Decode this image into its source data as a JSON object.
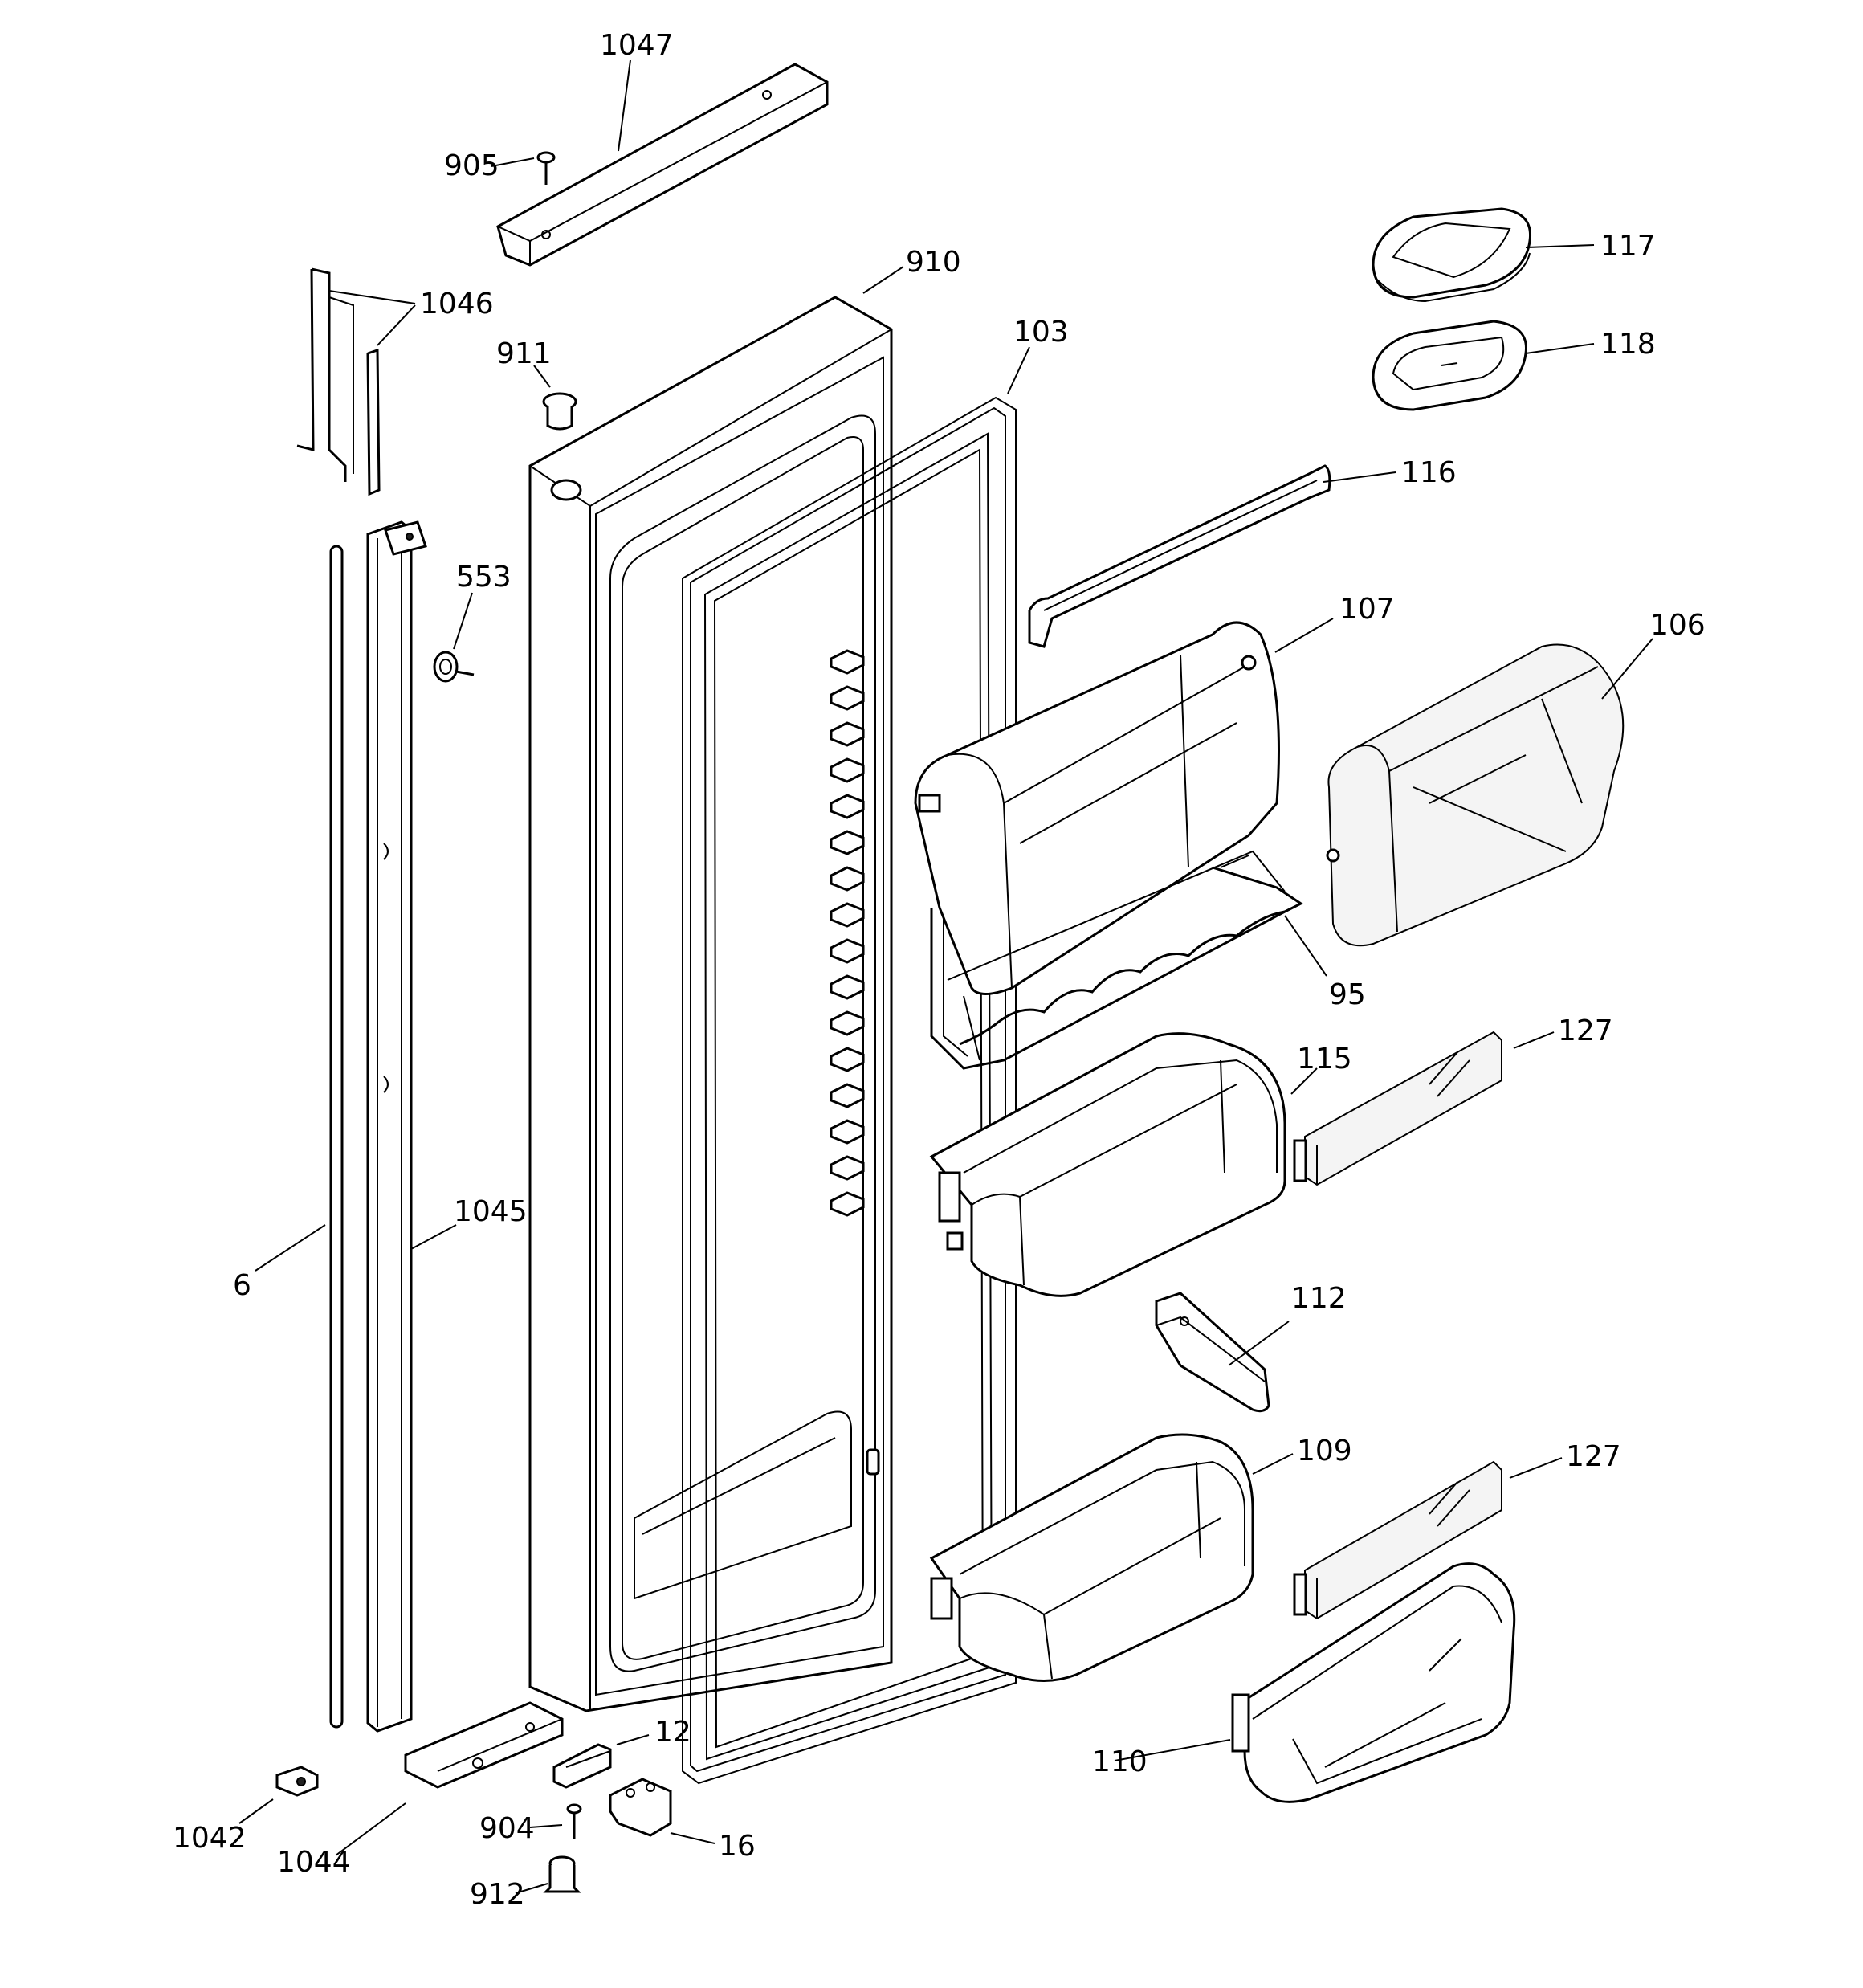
{
  "callouts": {
    "c1047": "1047",
    "c905": "905",
    "c910": "910",
    "c1046": "1046",
    "c911": "911",
    "c103": "103",
    "c117": "117",
    "c118": "118",
    "c116": "116",
    "c553": "553",
    "c107": "107",
    "c106": "106",
    "c95": "95",
    "c115": "115",
    "c127a": "127",
    "c6": "6",
    "c1045": "1045",
    "c112": "112",
    "c109": "109",
    "c127b": "127",
    "c12": "12",
    "c110": "110",
    "c1042": "1042",
    "c1044": "1044",
    "c904": "904",
    "c16": "16",
    "c912": "912"
  }
}
